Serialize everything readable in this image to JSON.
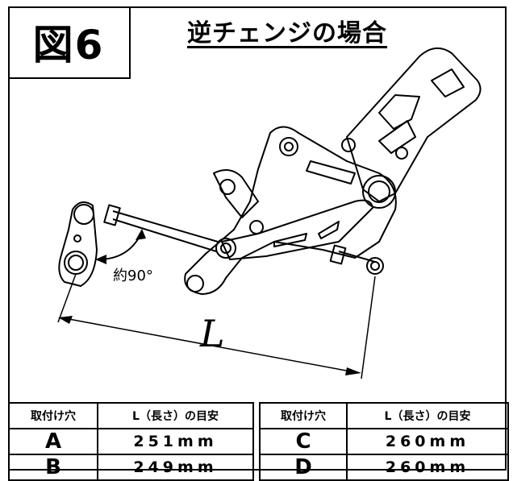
{
  "figure": {
    "label": "図6",
    "title": "逆チェンジの場合"
  },
  "diagram": {
    "dimension_label": "L",
    "angle_label": "約90°"
  },
  "tables": [
    {
      "headers": [
        "取付け穴",
        "L（長さ）の目安"
      ],
      "rows": [
        {
          "hole": "A",
          "length": "251mm"
        },
        {
          "hole": "B",
          "length": "249mm"
        }
      ]
    },
    {
      "headers": [
        "取付け穴",
        "L（長さ）の目安"
      ],
      "rows": [
        {
          "hole": "C",
          "length": "260mm"
        },
        {
          "hole": "D",
          "length": "260mm"
        }
      ]
    }
  ]
}
